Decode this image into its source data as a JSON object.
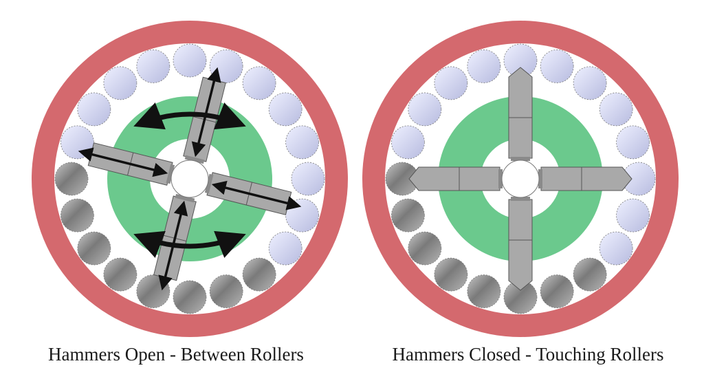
{
  "captions": {
    "left": "Hammers Open - Between Rollers",
    "right": "Hammers Closed - Touching Rollers"
  },
  "diagrams": [
    {
      "id": "open",
      "state": "open",
      "roller_count": 20,
      "hammer_count": 4,
      "hammer_angle_offset_deg": 14,
      "arrows": true
    },
    {
      "id": "closed",
      "state": "closed",
      "roller_count": 20,
      "hammer_count": 4,
      "hammer_angle_offset_deg": 0,
      "arrows": false
    }
  ],
  "colors": {
    "outer_ring": "#d4696e",
    "race_gap": "#ffffff",
    "rotor_disc": "#6bc98d",
    "hub": "#ffffff",
    "roller_light": "#d3d5ef",
    "roller_dark": "#8e8e8e",
    "hammer": "#a9a9a9",
    "hammer_edge": "#555555",
    "arrow": "#111111"
  }
}
